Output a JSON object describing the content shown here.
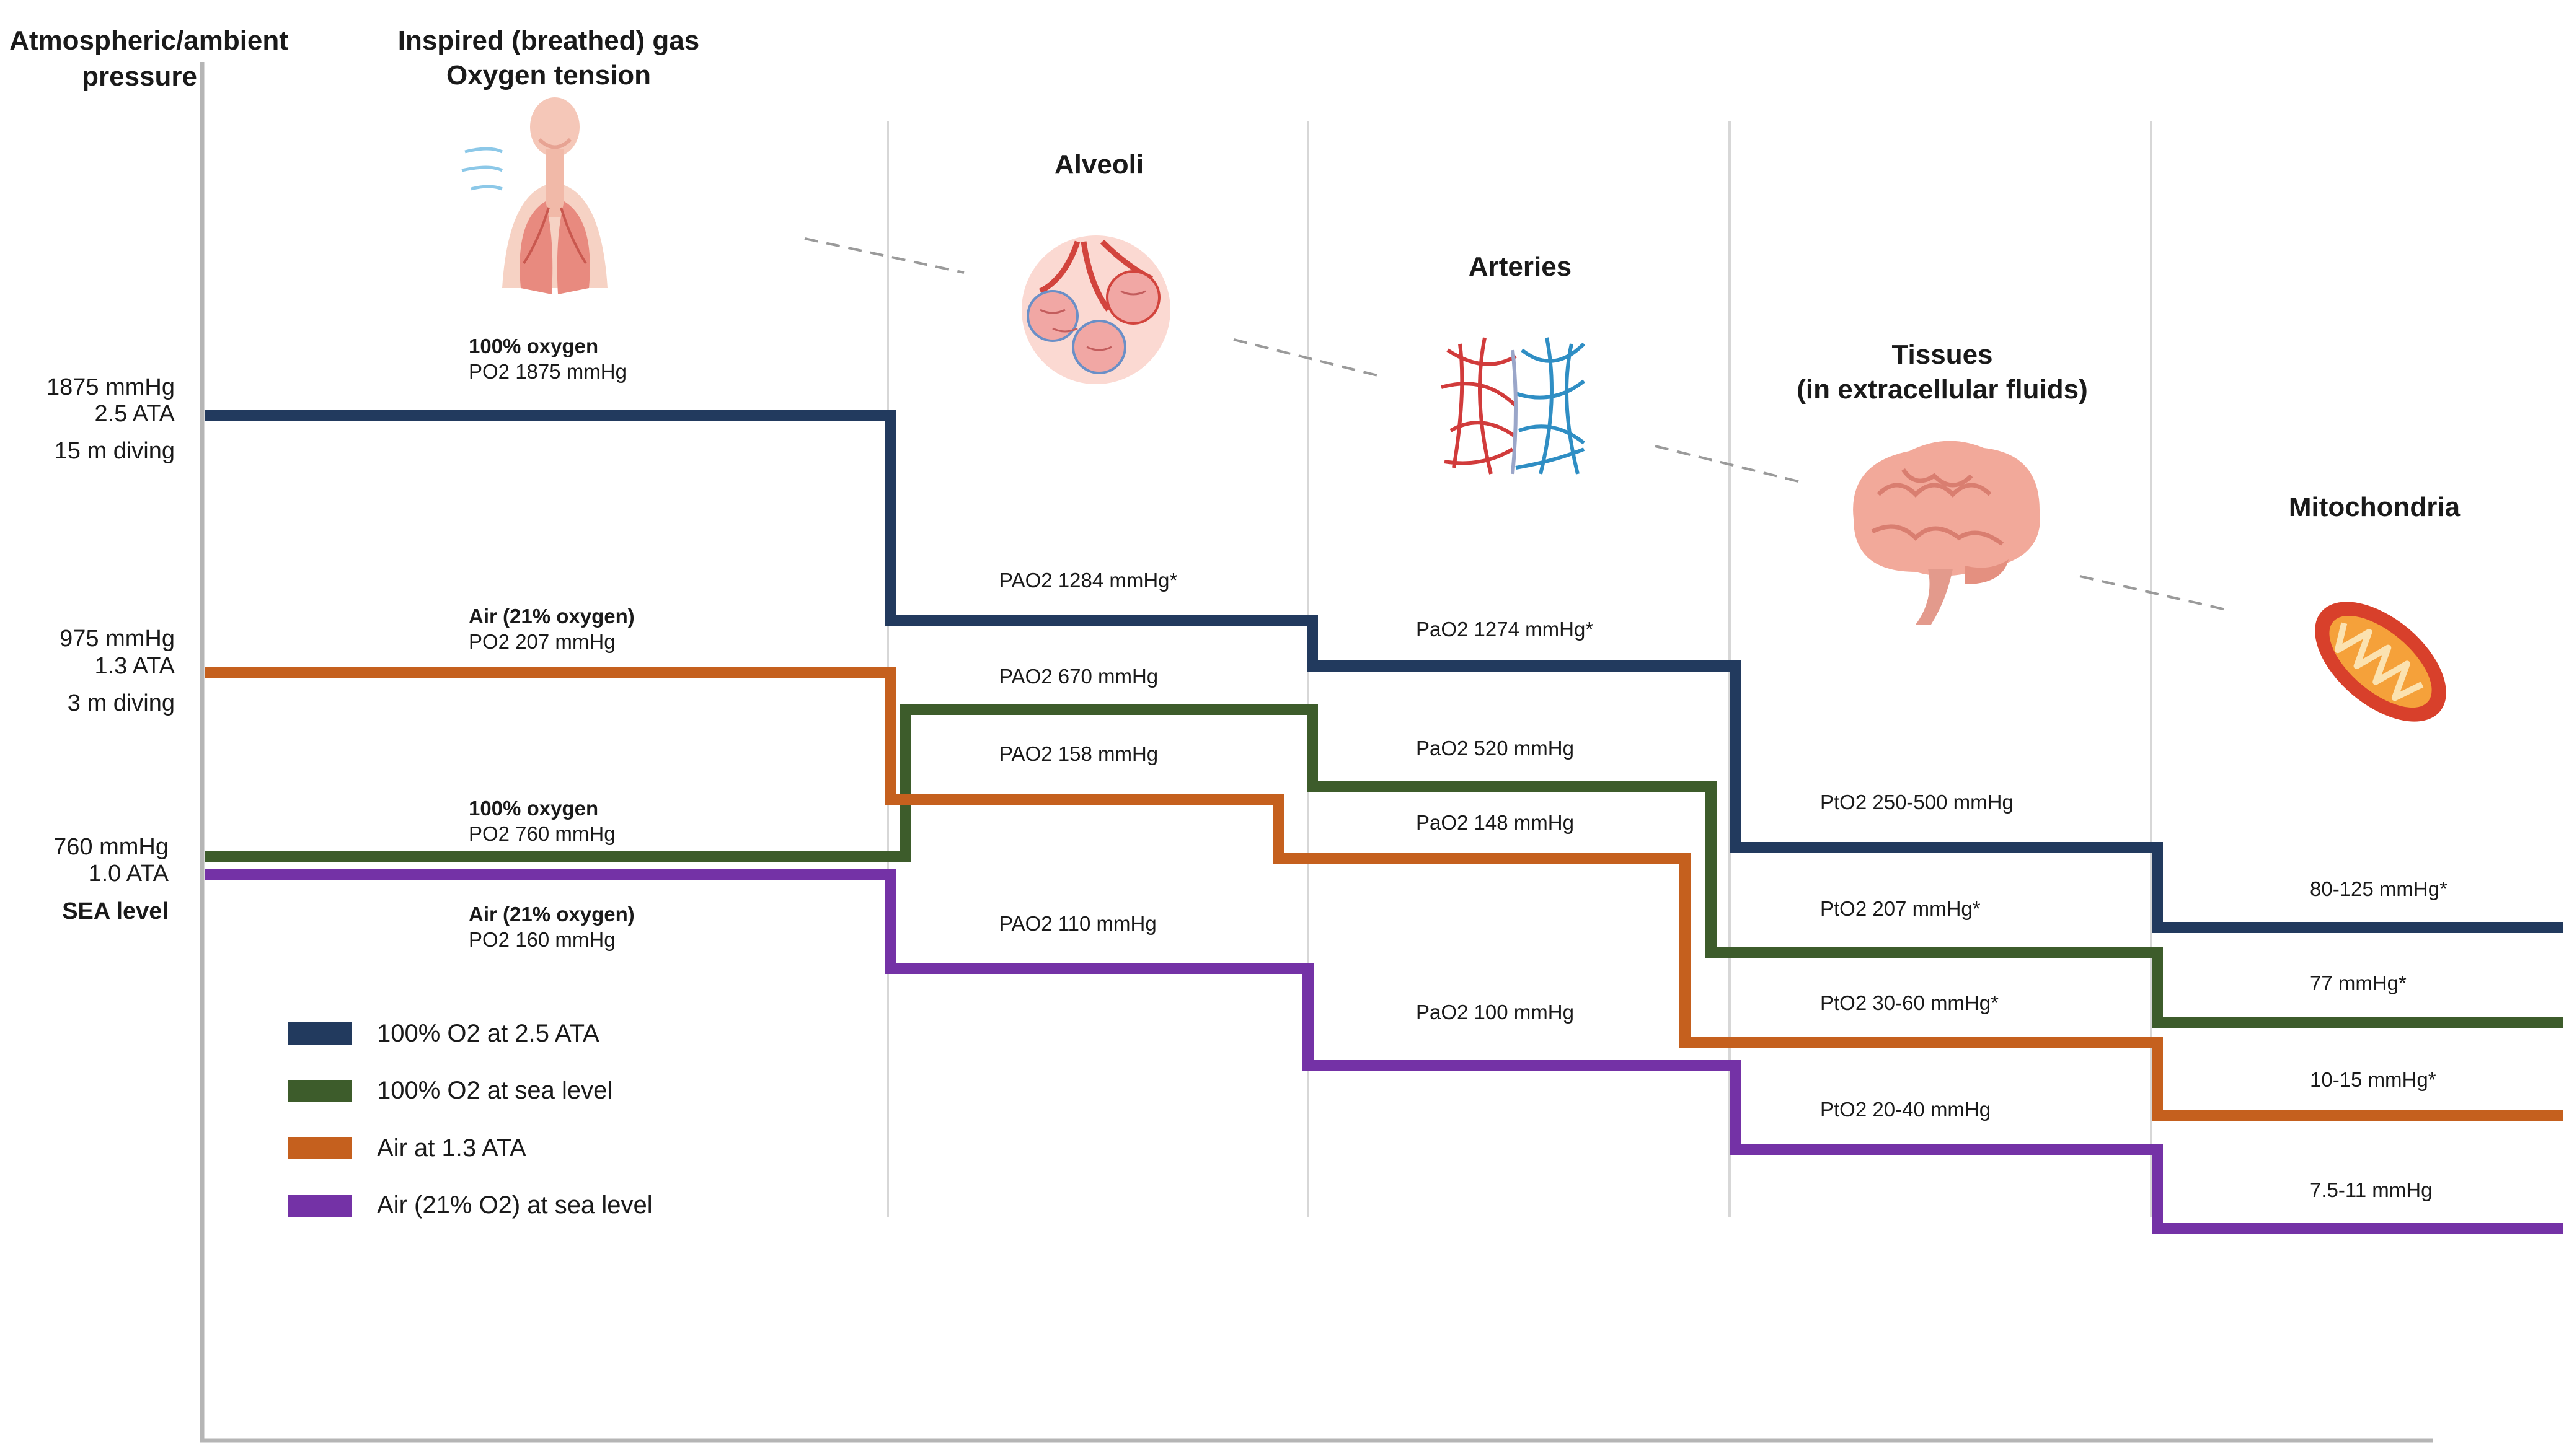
{
  "headers": {
    "pressure": [
      "Atmospheric/ambient",
      "pressure"
    ],
    "inspired": [
      "Inspired (breathed) gas",
      "Oxygen tension"
    ],
    "alveoli": [
      "Alveoli"
    ],
    "arteries": [
      "Arteries"
    ],
    "tissues": [
      "Tissues",
      "(in extracellular fluids)"
    ],
    "mitochondria": [
      "Mitochondria"
    ]
  },
  "pressure_labels": {
    "p25": [
      "1875 mmHg",
      "2.5 ATA",
      "15 m diving"
    ],
    "p13": [
      "975 mmHg",
      "1.3 ATA",
      "3 m diving"
    ],
    "p10": [
      "760 mmHg",
      "1.0 ATA",
      "SEA level"
    ]
  },
  "colors": {
    "o2_25": "#223a5e",
    "o2_sea": "#3d5c2b",
    "air_13": "#c5601e",
    "air_sea": "#7432a6",
    "divider": "#d7d7d7",
    "axis": "#b5b5b5"
  },
  "icons": [
    "lungs-icon",
    "alveoli-icon",
    "arteries-icon",
    "brain-icon",
    "mitochondria-icon"
  ],
  "series": [
    {
      "key": "o2_25",
      "name": "100% O2 at 2.5 ATA",
      "inspired": [
        "100% oxygen",
        "PO2 1875 mmHg"
      ],
      "alveoli": "PAO2 1284 mmHg*",
      "arteries": "PaO2 1274 mmHg*",
      "tissues": "PtO2 250-500 mmHg",
      "mitochondria": "80-125 mmHg*"
    },
    {
      "key": "o2_sea",
      "name": "100% O2 at sea level",
      "inspired": [
        "100% oxygen",
        "PO2  760 mmHg"
      ],
      "alveoli": "PAO2 670 mmHg",
      "arteries": "PaO2 520 mmHg",
      "tissues": "PtO2 207 mmHg*",
      "mitochondria": "77 mmHg*"
    },
    {
      "key": "air_13",
      "name": "Air at 1.3 ATA",
      "inspired": [
        "Air (21% oxygen)",
        "PO2 207 mmHg"
      ],
      "alveoli": "PAO2 158 mmHg",
      "arteries": "PaO2 148 mmHg",
      "tissues": "PtO2 30-60 mmHg*",
      "mitochondria": "10-15 mmHg*"
    },
    {
      "key": "air_sea",
      "name": "Air (21% O2) at sea level",
      "inspired": [
        "Air (21% oxygen)",
        "PO2 160 mmHg"
      ],
      "alveoli": "PAO2 110 mmHg",
      "arteries": "PaO2 100 mmHg",
      "tissues": "PtO2 20-40 mmHg",
      "mitochondria": "7.5-11 mmHg"
    }
  ]
}
